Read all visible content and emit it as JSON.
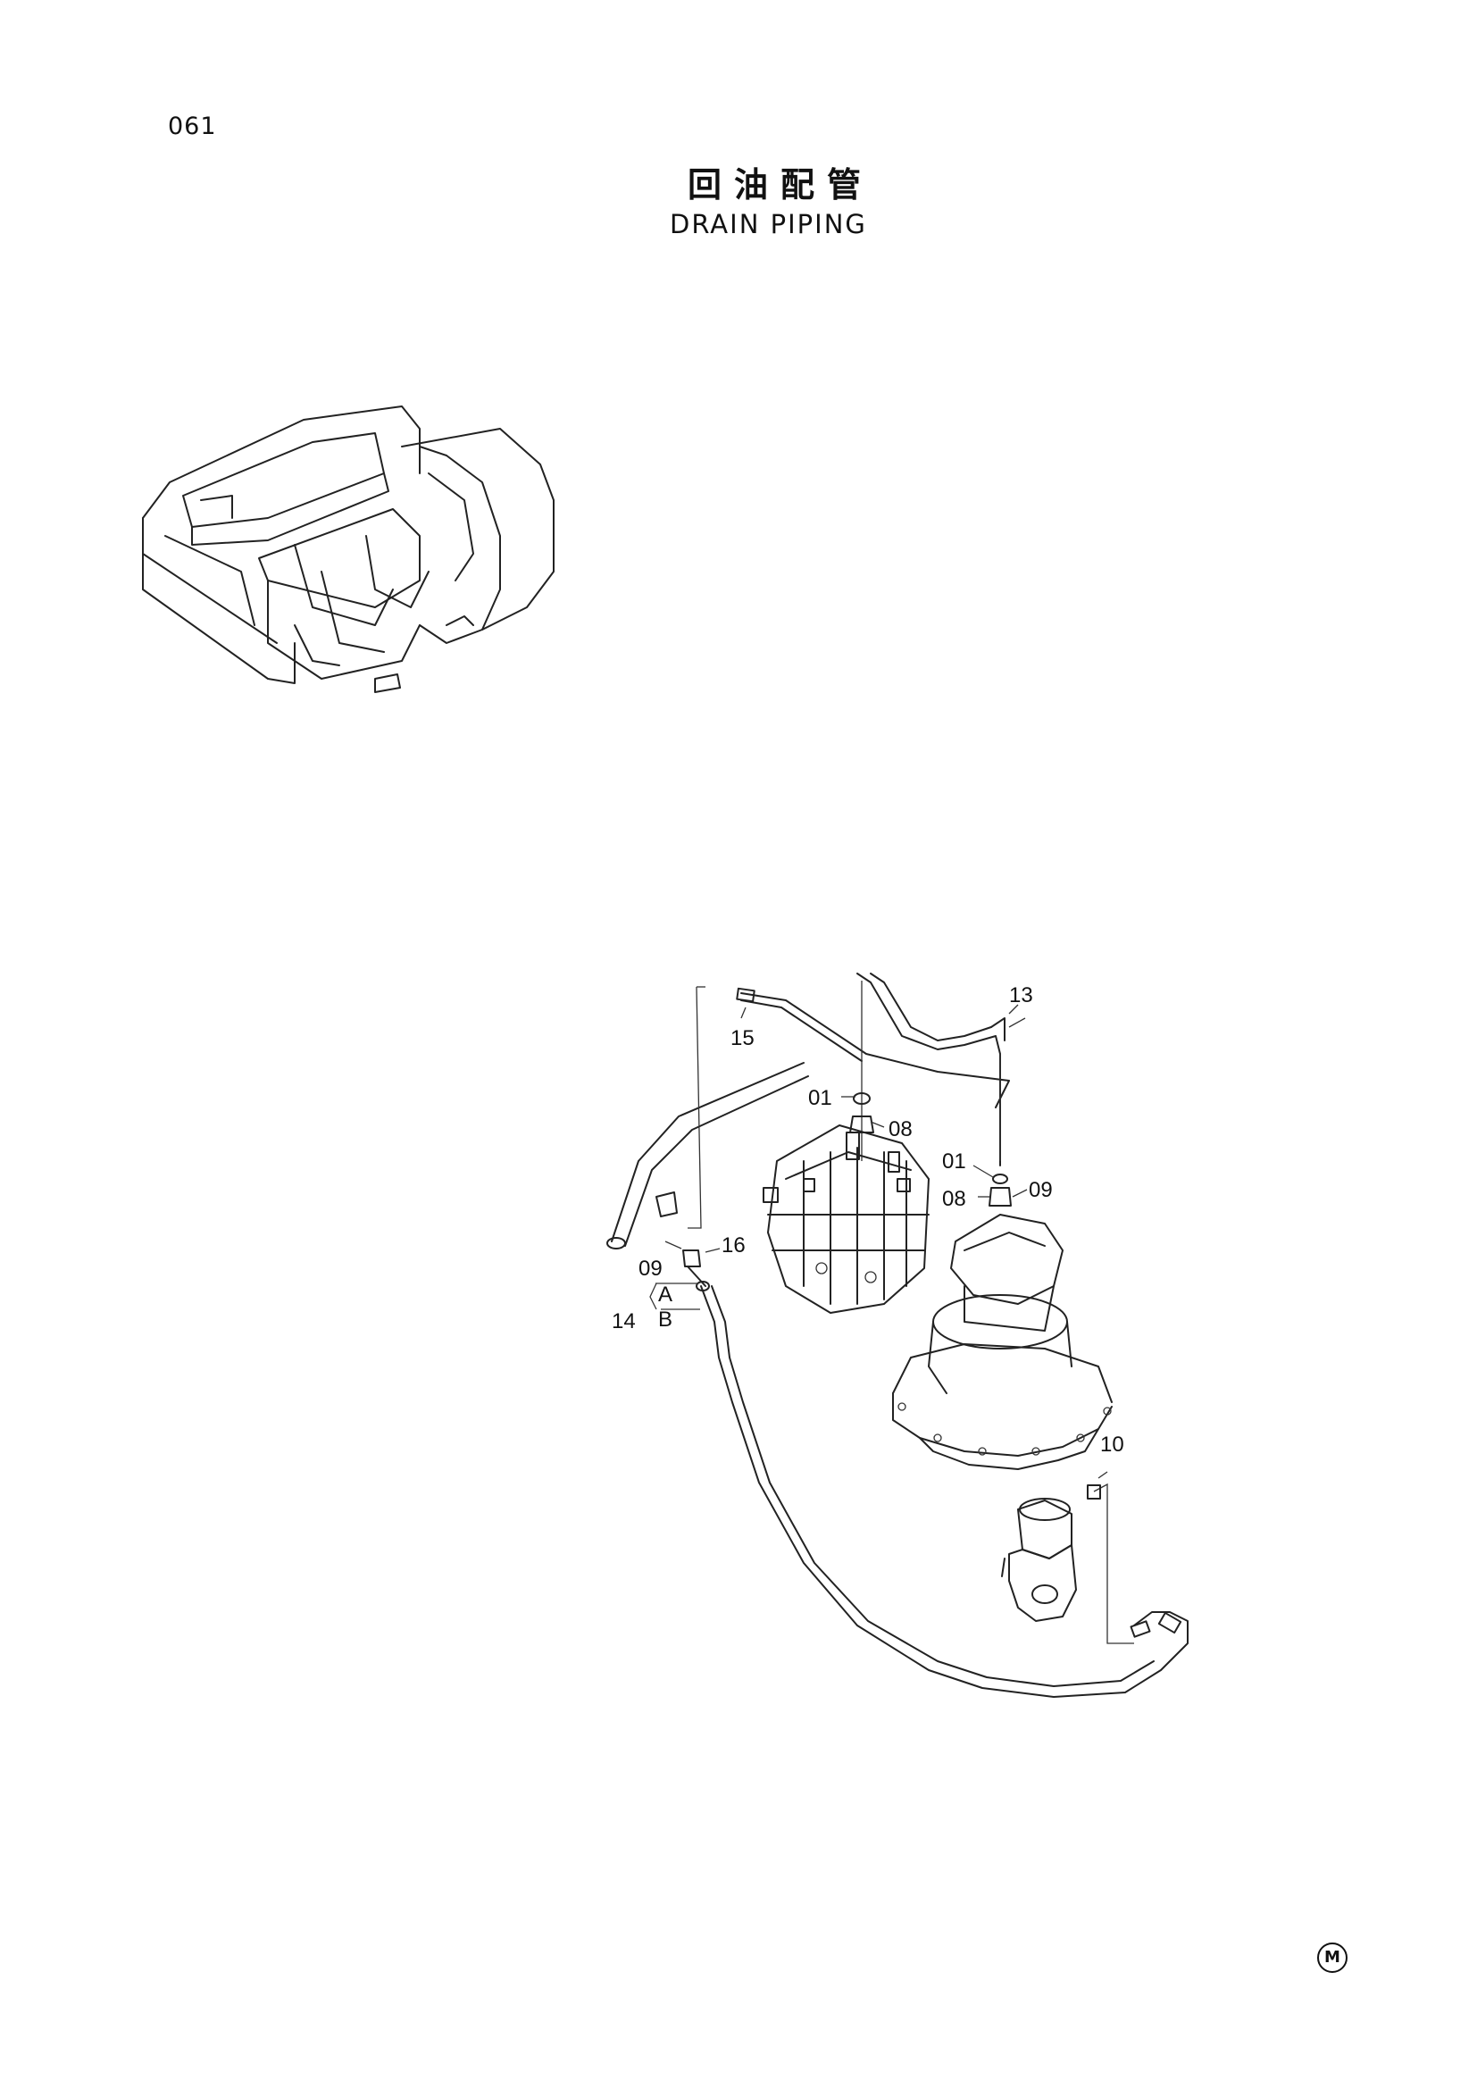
{
  "page": {
    "number": "061",
    "mark": "M"
  },
  "title": {
    "cn": "回油配管",
    "en": "DRAIN PIPING"
  },
  "callouts": {
    "c01a": "01",
    "c08a": "08",
    "c01b": "01",
    "c08b": "08",
    "c09a": "09",
    "c09b": "09",
    "c16": "16",
    "cA": "A",
    "cB": "B",
    "c14": "14",
    "c15": "15",
    "c13": "13",
    "c10": "10"
  }
}
